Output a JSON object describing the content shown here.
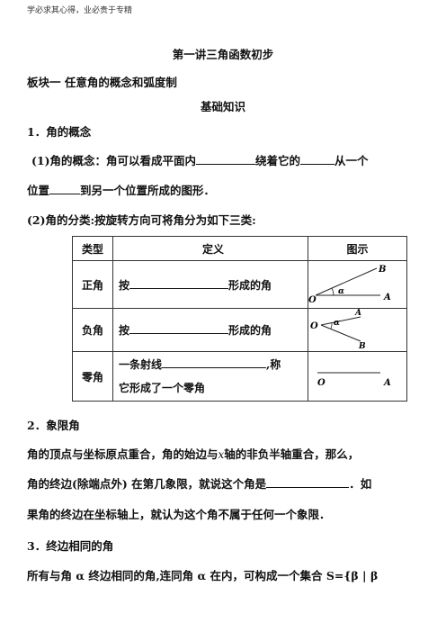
{
  "header": {
    "motto": "学必求其心得，业必贵于专精"
  },
  "title": "第一讲三角函数初步",
  "module": {
    "label": "板块一  任意角的概念和弧度制"
  },
  "subtitle": "基础知识",
  "section1": {
    "heading": "1．角的概念",
    "p1_a": "(1)角的概念：角可以看成平面内",
    "p1_b": "绕着它的",
    "p1_c": "从一个",
    "p1_d": "位置",
    "p1_e": "到另一个位置所成的图形．",
    "p2": "(2)角的分类:按旋转方向可将角分为如下三类:"
  },
  "table": {
    "headers": [
      "类型",
      "定义",
      "图示"
    ],
    "rows": [
      {
        "type": "正角",
        "def_a": "按",
        "def_b": "形成的角",
        "fig": {
          "O": "O",
          "A": "A",
          "B": "B",
          "alpha": "α"
        }
      },
      {
        "type": "负角",
        "def_a": "按",
        "def_b": "形成的角",
        "fig": {
          "O": "O",
          "A": "A",
          "B": "B",
          "alpha": "α"
        }
      },
      {
        "type": "零角",
        "def_a": "一条射线",
        "def_b": ",称",
        "def_c": "它形成了一个零角",
        "fig": {
          "O": "O",
          "A": "A"
        }
      }
    ]
  },
  "section2": {
    "heading": "2．象限角",
    "l1": "角的顶点与坐标原点重合，角的始边与",
    "l1_x": "x",
    "l1_b": "轴的非负半轴重合，那么，",
    "l2_a": "角的终边(除端点外) 在第几象限，就说这个角是",
    "l2_b": "．如",
    "l3": "果角的终边在坐标轴上，就认为这个角不属于任何一个象限．"
  },
  "section3": {
    "heading": "3．终边相同的角",
    "l1": "所有与角 α 终边相同的角,连同角 α 在内，可构成一个集合 S={β | β"
  }
}
